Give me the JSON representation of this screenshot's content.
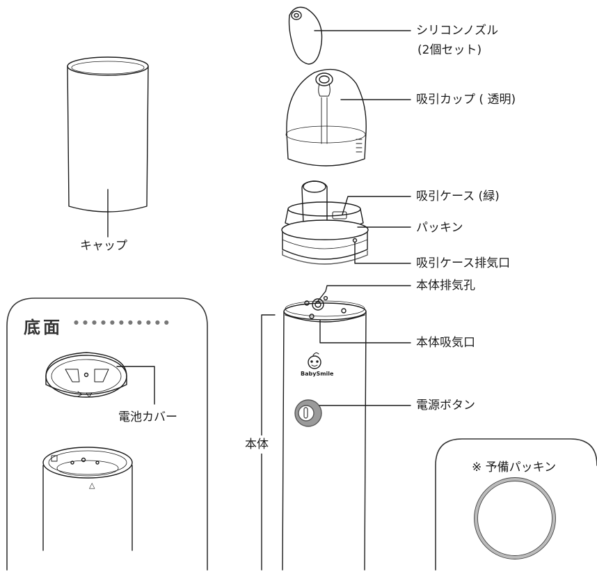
{
  "labels": {
    "cap": "キャップ",
    "nozzle_line1": "シリコンノズル",
    "nozzle_line2": "(2個セット)",
    "suction_cup": "吸引カップ ( 透明)",
    "suction_case": "吸引ケース (緑)",
    "packing": "パッキン",
    "case_vent": "吸引ケース排気口",
    "body_vent": "本体排気孔",
    "body_intake": "本体吸気口",
    "power_button": "電源ボタン",
    "battery_cover": "電池カバー",
    "body": "本体",
    "brand": "BabySmile"
  },
  "bottom_panel": {
    "title": "底面",
    "dots": "●●●●●●●●●●●",
    "bottom_mark": "△"
  },
  "spare_panel": {
    "title": "※ 予備パッキン"
  },
  "colors": {
    "line": "#1a1a1a",
    "panel_border": "#333333",
    "ring_gray": "#bcbcbc",
    "button_gray": "#9a9a9a"
  }
}
